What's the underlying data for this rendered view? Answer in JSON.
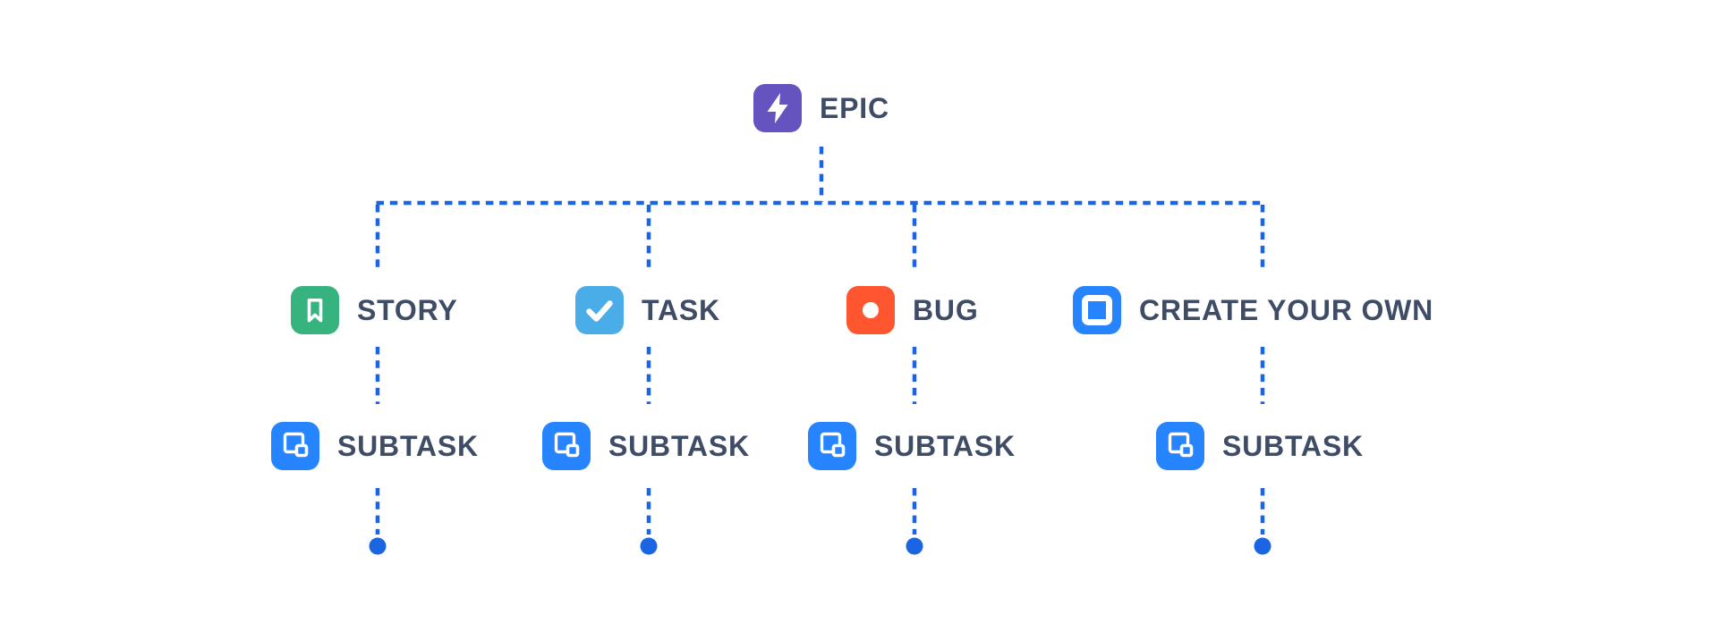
{
  "page": {
    "background_color": "#FFFFFF",
    "description": "Issue type hierarchy diagram: Epic above Story, Task, Bug and Create Your Own, each with a Subtask child"
  },
  "connector": {
    "color": "#1B64E2",
    "style": "dashed"
  },
  "label_color": "#3E4C66",
  "glyph_color": "#FFFFFF",
  "nodes": {
    "epic": {
      "label": "EPIC",
      "color": "#6554C0",
      "icon": "epic-lightning-icon"
    },
    "story": {
      "label": "STORY",
      "color": "#36B37E",
      "icon": "story-bookmark-icon"
    },
    "task": {
      "label": "TASK",
      "color": "#4BADE8",
      "icon": "task-check-icon"
    },
    "bug": {
      "label": "BUG",
      "color": "#FF5630",
      "icon": "bug-circle-icon"
    },
    "create_your_own": {
      "label": "CREATE YOUR OWN",
      "color": "#2684FF",
      "icon": "create-your-own-square-icon"
    },
    "subtasks": [
      {
        "label": "SUBTASK",
        "color": "#2684FF",
        "icon": "subtask-icon"
      },
      {
        "label": "SUBTASK",
        "color": "#2684FF",
        "icon": "subtask-icon"
      },
      {
        "label": "SUBTASK",
        "color": "#2684FF",
        "icon": "subtask-icon"
      },
      {
        "label": "SUBTASK",
        "color": "#2684FF",
        "icon": "subtask-icon"
      }
    ]
  }
}
